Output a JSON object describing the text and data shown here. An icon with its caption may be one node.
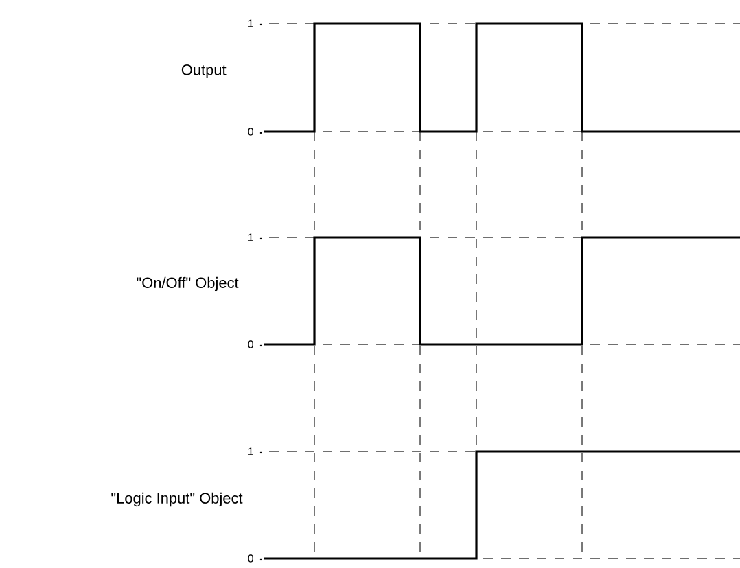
{
  "diagram": {
    "labels": [
      "1",
      "Output",
      "0",
      "1",
      "\"On/Off\" Object",
      "0",
      "1",
      "\"Logic Input\" Object",
      "0"
    ]
  }
}
